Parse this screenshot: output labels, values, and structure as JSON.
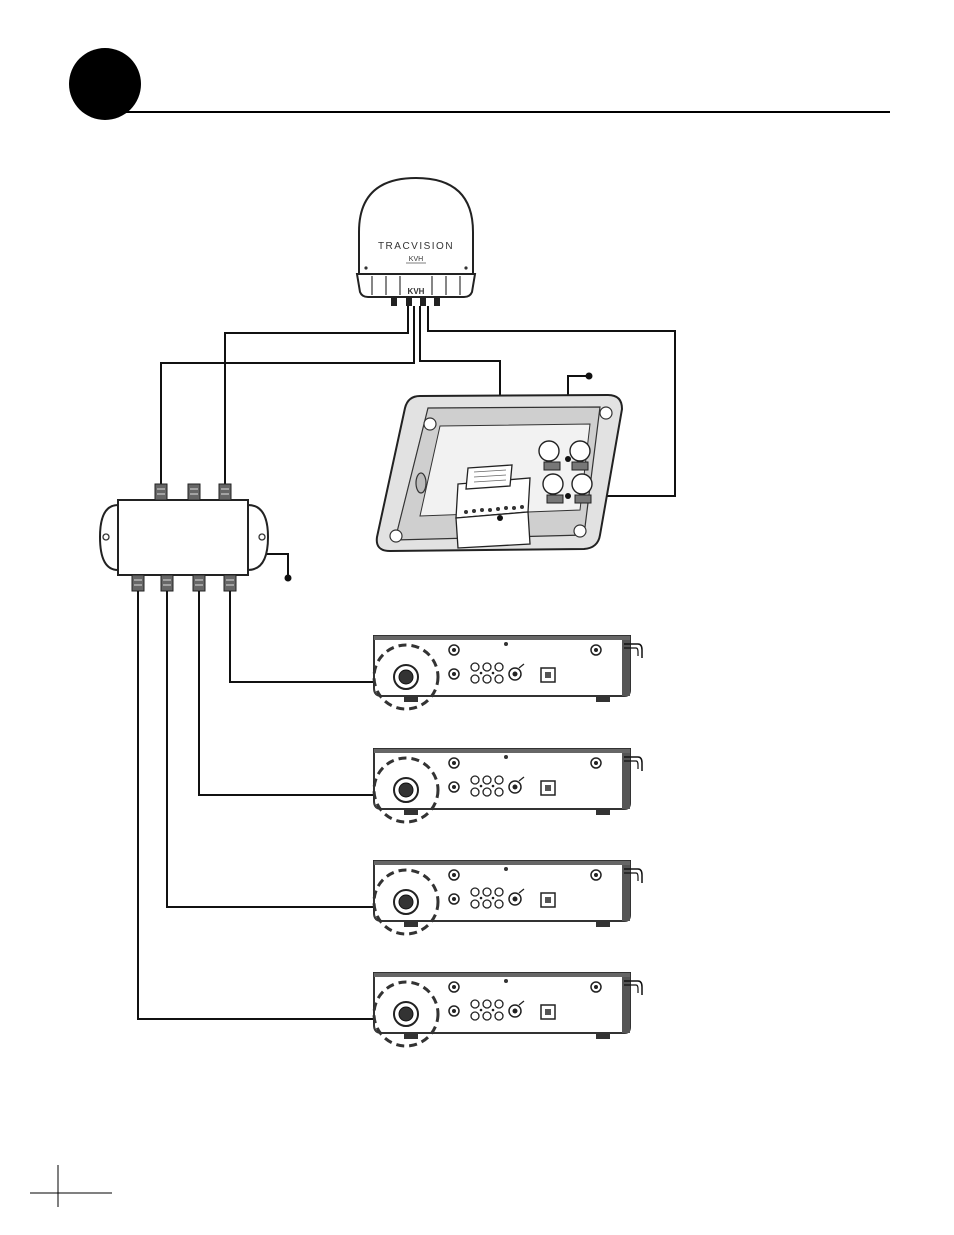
{
  "header": {
    "step_marker": ""
  },
  "antenna": {
    "brand_text": "TRACVISION",
    "maker_text": "KVH",
    "base_text": "KVH"
  },
  "colors": {
    "line": "#111111",
    "device_fill": "#ffffff",
    "device_dark": "#444444",
    "plate_fill": "#dcdcdc",
    "dashed_ring": "#333333"
  },
  "icons": {
    "antenna": "satellite-dome-icon",
    "switch": "multiswitch-icon",
    "interface": "interface-box-icon",
    "receiver": "receiver-icon",
    "ground": "ground-terminal-icon"
  },
  "receivers": [
    {
      "id": "receiver-1"
    },
    {
      "id": "receiver-2"
    },
    {
      "id": "receiver-3"
    },
    {
      "id": "receiver-4"
    }
  ]
}
